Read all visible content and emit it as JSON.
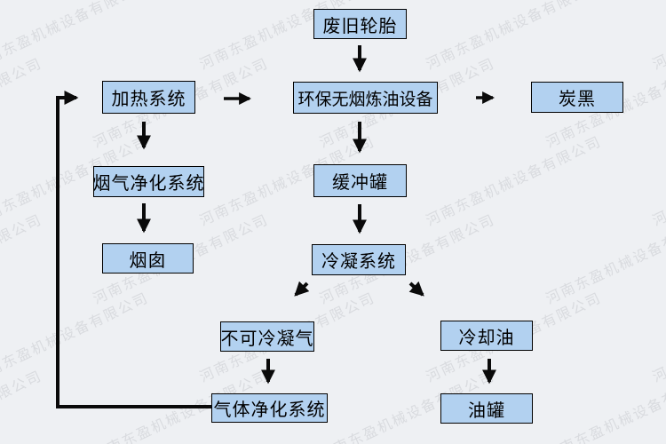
{
  "colors": {
    "background": "#eef0f3",
    "node_fill": "#b2d1f0",
    "node_border": "#000000",
    "arrow": "#0a0a0a",
    "watermark": "#d9dbdf"
  },
  "watermark": {
    "text": "河南东盈机械设备有限公司"
  },
  "diagram": {
    "type": "flowchart",
    "nodes": [
      {
        "id": "waste-tires",
        "label": "废旧轮胎"
      },
      {
        "id": "heating-system",
        "label": "加热系统"
      },
      {
        "id": "refining-equipment",
        "label": "环保无烟炼油设备"
      },
      {
        "id": "carbon-black",
        "label": "炭黑"
      },
      {
        "id": "flue-gas-purification",
        "label": "烟气净化系统"
      },
      {
        "id": "buffer-tank",
        "label": "缓冲罐"
      },
      {
        "id": "chimney",
        "label": "烟囱"
      },
      {
        "id": "condensing-system",
        "label": "冷凝系统"
      },
      {
        "id": "non-condensable-gas",
        "label": "不可冷凝气"
      },
      {
        "id": "cooling-oil",
        "label": "冷却油"
      },
      {
        "id": "gas-purification-system",
        "label": "气体净化系统"
      },
      {
        "id": "oil-tank",
        "label": "油罐"
      }
    ],
    "edges": [
      {
        "from": "waste-tires",
        "to": "refining-equipment"
      },
      {
        "from": "heating-system",
        "to": "refining-equipment"
      },
      {
        "from": "refining-equipment",
        "to": "carbon-black"
      },
      {
        "from": "heating-system",
        "to": "flue-gas-purification"
      },
      {
        "from": "flue-gas-purification",
        "to": "chimney"
      },
      {
        "from": "refining-equipment",
        "to": "buffer-tank"
      },
      {
        "from": "buffer-tank",
        "to": "condensing-system"
      },
      {
        "from": "condensing-system",
        "to": "non-condensable-gas"
      },
      {
        "from": "condensing-system",
        "to": "cooling-oil"
      },
      {
        "from": "non-condensable-gas",
        "to": "gas-purification-system"
      },
      {
        "from": "cooling-oil",
        "to": "oil-tank"
      },
      {
        "from": "gas-purification-system",
        "to": "heating-system"
      }
    ]
  }
}
